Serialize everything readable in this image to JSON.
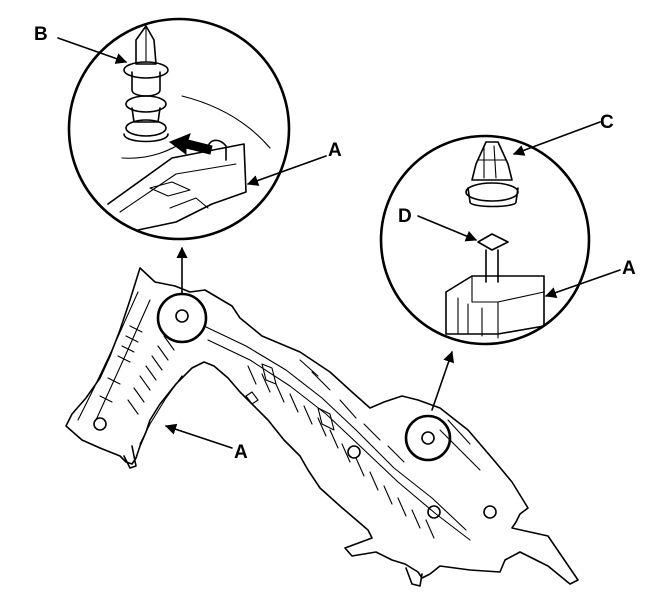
{
  "labels": {
    "b": "B",
    "c": "C",
    "d": "D",
    "a_top": "A",
    "a_right": "A",
    "a_bottom": "A"
  }
}
